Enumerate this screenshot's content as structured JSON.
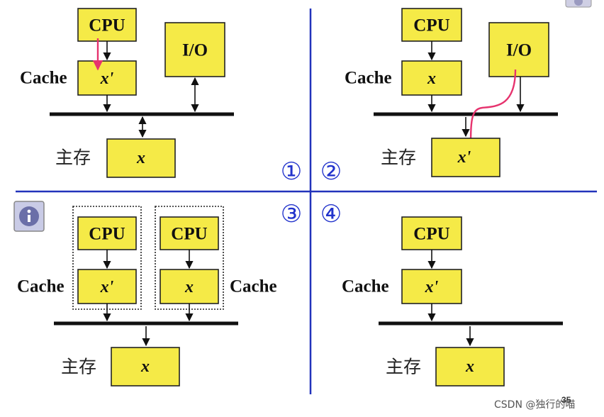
{
  "labels": {
    "cpu": "CPU",
    "io": "I/O",
    "cache": "Cache",
    "memory": "主存",
    "x": "x",
    "x_prime": "x'"
  },
  "quadrants": {
    "q1": {
      "number": "①",
      "cache_value": "x'",
      "memory_value": "x"
    },
    "q2": {
      "number": "②",
      "cache_value": "x",
      "memory_value": "x'"
    },
    "q3": {
      "number": "③",
      "cache_a_value": "x'",
      "cache_b_value": "x",
      "memory_value": "x"
    },
    "q4": {
      "number": "④",
      "cache_value": "x'",
      "memory_value": "x"
    }
  },
  "slide_number": "35",
  "watermark": "CSDN @独行的喵",
  "colors": {
    "box_fill": "#f5ea47",
    "divider": "#2233bb",
    "write_arrow": "#e6336e",
    "number": "#2233cc"
  },
  "icons": {
    "info": "info-icon",
    "corner": "nav-button-icon"
  }
}
